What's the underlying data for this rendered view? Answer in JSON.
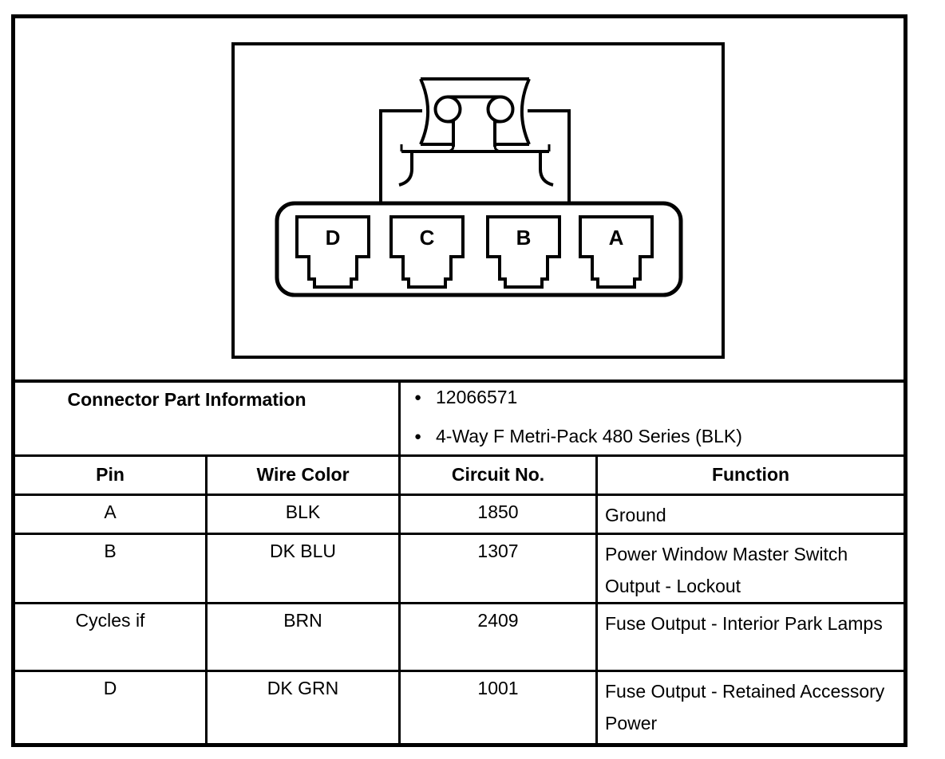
{
  "colors": {
    "paper": "#ffffff",
    "ink": "#000000"
  },
  "connector_diagram": {
    "description": "4-cavity female connector face view with top lock tab",
    "pin_labels": [
      "D",
      "C",
      "B",
      "A"
    ]
  },
  "part_info": {
    "title": "Connector Part Information",
    "bullets": [
      "12066571",
      "4-Way F Metri-Pack 480 Series (BLK)"
    ]
  },
  "pin_table": {
    "headers": [
      "Pin",
      "Wire Color",
      "Circuit No.",
      "Function"
    ],
    "rows": [
      {
        "pin": "A",
        "wire_color": "BLK",
        "circuit_no": "1850",
        "function": "Ground"
      },
      {
        "pin": "B",
        "wire_color": "DK BLU",
        "circuit_no": "1307",
        "function": "Power Window Master Switch Output - Lockout"
      },
      {
        "pin": "Cycles if",
        "wire_color": "BRN",
        "circuit_no": "2409",
        "function": "Fuse Output - Interior Park Lamps"
      },
      {
        "pin": "D",
        "wire_color": "DK GRN",
        "circuit_no": "1001",
        "function": "Fuse Output - Retained Accessory Power"
      }
    ]
  }
}
